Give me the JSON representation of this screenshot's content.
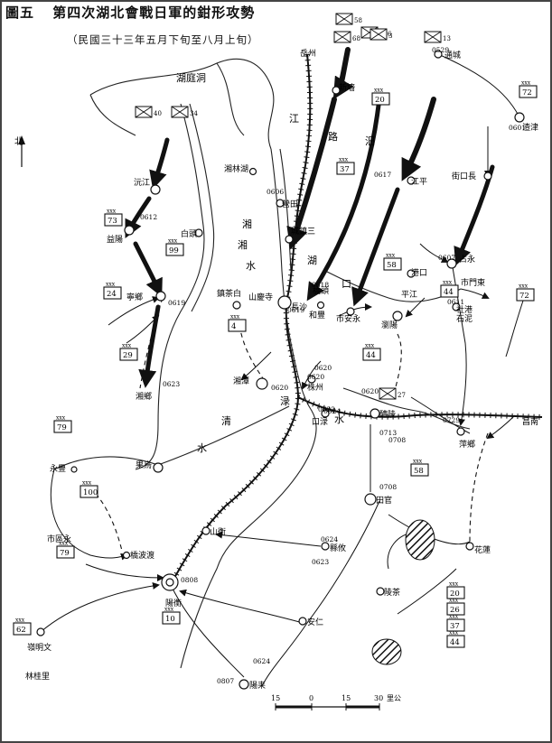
{
  "figure": {
    "label": "圖五",
    "title": "第四次湖北會戰日軍的鉗形攻勢",
    "subtitle": "（民國三十三年五月下旬至八月上旬）"
  },
  "north_label": "北",
  "scale": {
    "ticks": [
      "15",
      "0",
      "15",
      "30"
    ],
    "unit": "里公"
  },
  "water_labels": {
    "dongting": "湖庭洞",
    "xiang_top": "湘",
    "xiang_mid": "湘",
    "xiang_lower": "水",
    "lake": "湖",
    "jiang": "江",
    "lu": "路",
    "yang": "汨",
    "kou": "口",
    "lu2": "渌",
    "shui2": "水",
    "xiangjiang_lower": "湘",
    "shui3": "水",
    "xiang_bottom": "清",
    "shui4": "水"
  },
  "places": [
    {
      "name": "岳州",
      "key": "yuezhou"
    },
    {
      "name": "新墻",
      "key": "xinqiang"
    },
    {
      "name": "通城",
      "key": "tongcheng"
    },
    {
      "name": "渣津",
      "key": "zhajin"
    },
    {
      "name": "街口長",
      "key": "jiekou"
    },
    {
      "name": "江平",
      "key": "jiangping"
    },
    {
      "name": "湘林湖",
      "key": "xianglin"
    },
    {
      "name": "營田",
      "key": "yingtian"
    },
    {
      "name": "沅江",
      "key": "yuanjiang"
    },
    {
      "name": "益陽",
      "key": "yiyang"
    },
    {
      "name": "白頭",
      "key": "baitou"
    },
    {
      "name": "城鎮三",
      "key": "chengzhen"
    },
    {
      "name": "橋頭",
      "key": "qiaotou"
    },
    {
      "name": "寧鄉",
      "key": "ningxiang"
    },
    {
      "name": "鎮茶白",
      "key": "zhencha"
    },
    {
      "name": "山慶寺",
      "key": "shanqing"
    },
    {
      "name": "長沙",
      "key": "changsha"
    },
    {
      "name": "和豐",
      "key": "hefeng"
    },
    {
      "name": "市安永",
      "key": "anyong"
    },
    {
      "name": "平江",
      "key": "pingjiang"
    },
    {
      "name": "瀏陽",
      "key": "liuyang"
    },
    {
      "name": "港口",
      "key": "gangkou"
    },
    {
      "name": "占永",
      "key": "zhanyong"
    },
    {
      "name": "市門東",
      "key": "dongmen"
    },
    {
      "name": "社港",
      "key": "shegang"
    },
    {
      "name": "石泥",
      "key": "nishi"
    },
    {
      "name": "湘鄉",
      "key": "xiangxiang"
    },
    {
      "name": "湘潭",
      "key": "xiangtan"
    },
    {
      "name": "株州",
      "key": "zhuzhou"
    },
    {
      "name": "口渌",
      "key": "lukou"
    },
    {
      "name": "醴陵",
      "key": "liling"
    },
    {
      "name": "萍鄉",
      "key": "pingxiang"
    },
    {
      "name": "昌南",
      "key": "nanchang"
    },
    {
      "name": "永豐",
      "key": "yongfeng"
    },
    {
      "name": "果烏",
      "key": "wuguo"
    },
    {
      "name": "市區永",
      "key": "yongshi"
    },
    {
      "name": "橋波渡",
      "key": "dubo"
    },
    {
      "name": "山衡",
      "key": "hengshan"
    },
    {
      "name": "陽衡",
      "key": "hengyang"
    },
    {
      "name": "縣攸",
      "key": "youxian"
    },
    {
      "name": "田官",
      "key": "guantian"
    },
    {
      "name": "安仁",
      "key": "anren"
    },
    {
      "name": "陵茶",
      "key": "chaling"
    },
    {
      "name": "花蓮",
      "key": "lianhua"
    },
    {
      "name": "陽耒",
      "key": "leiyang"
    },
    {
      "name": "嶺明文",
      "key": "wenmingling"
    },
    {
      "name": "林桂里",
      "key": "guilin"
    }
  ],
  "dates": [
    "0529",
    "0601",
    "0606",
    "0612",
    "0617",
    "0618",
    "0619",
    "0619",
    "0620",
    "0620",
    "0620",
    "0622",
    "0623",
    "0624",
    "0624",
    "0623",
    "0607",
    "0611",
    "0708",
    "0708",
    "0729",
    "0620",
    "0808",
    "0807",
    "0624",
    "0713"
  ],
  "units": {
    "japanese": [
      "58",
      "68",
      "116",
      "3",
      "40",
      "34",
      "13",
      "27"
    ],
    "chinese": [
      "20",
      "72",
      "37",
      "73",
      "99",
      "58",
      "44",
      "72",
      "24",
      "4",
      "44",
      "29",
      "79",
      "58",
      "100",
      "79",
      "10",
      "62",
      "20",
      "26",
      "37",
      "44"
    ],
    "xxx": "xxx"
  }
}
